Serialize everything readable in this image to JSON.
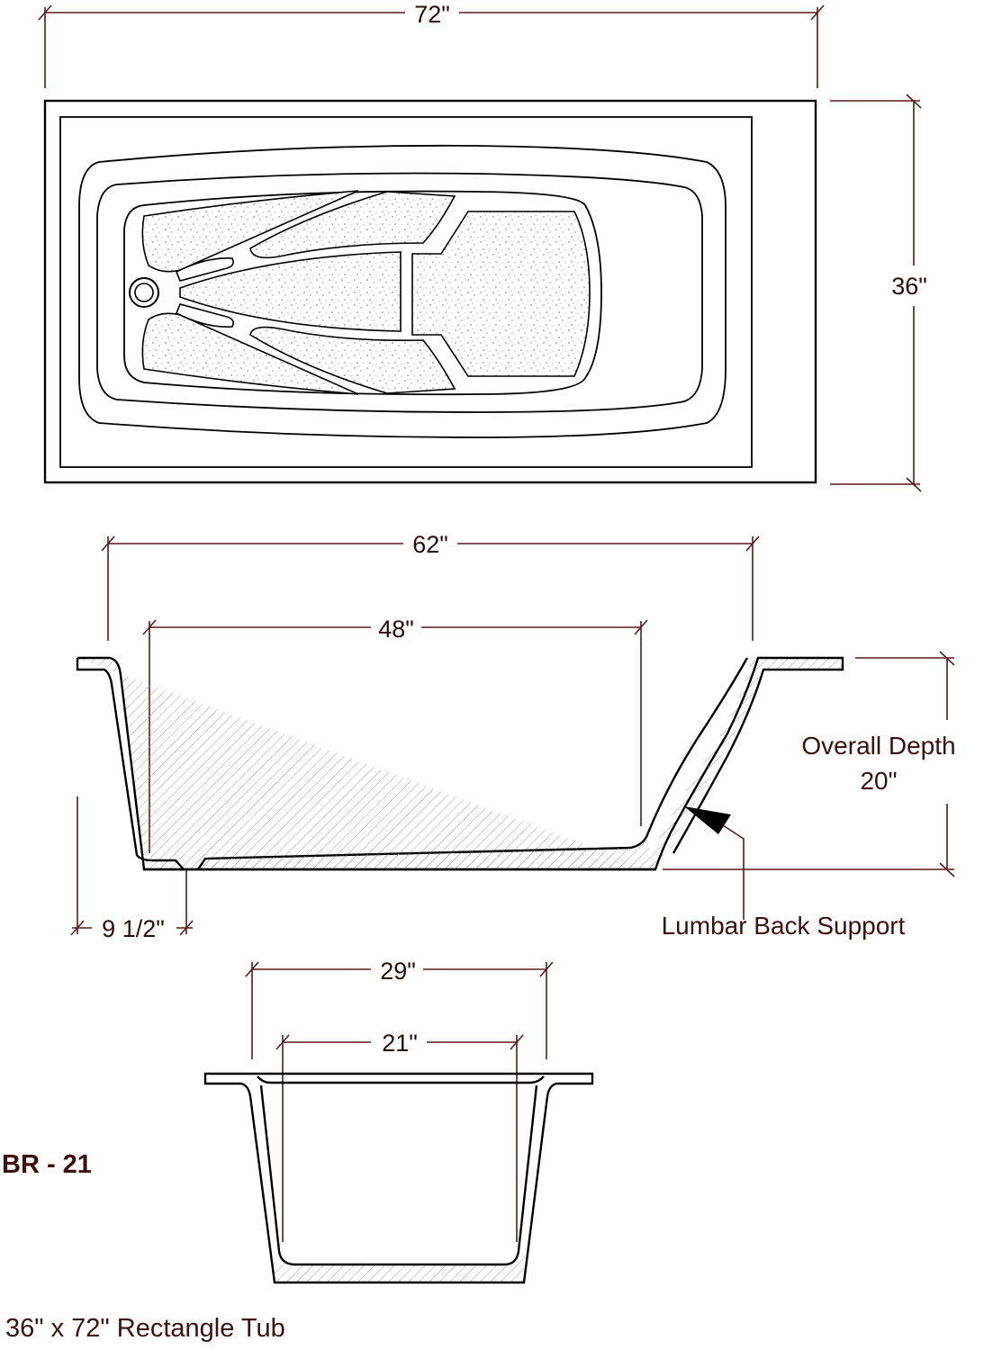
{
  "dimensions": {
    "length": "72\"",
    "width": "36\"",
    "rim_length": "62\"",
    "bottom_length": "48\"",
    "drain_offset": "9 1/2\"",
    "rim_width": "29\"",
    "bottom_width": "21\""
  },
  "labels": {
    "depth_title": "Overall Depth",
    "depth_value": "20\"",
    "lumbar": "Lumbar Back Support"
  },
  "model": "BR - 21",
  "caption": "36\" x 72\" Rectangle Tub",
  "colors": {
    "dimension": "#5a1a1a",
    "text": "#3d0f0f",
    "outline": "#000000"
  }
}
